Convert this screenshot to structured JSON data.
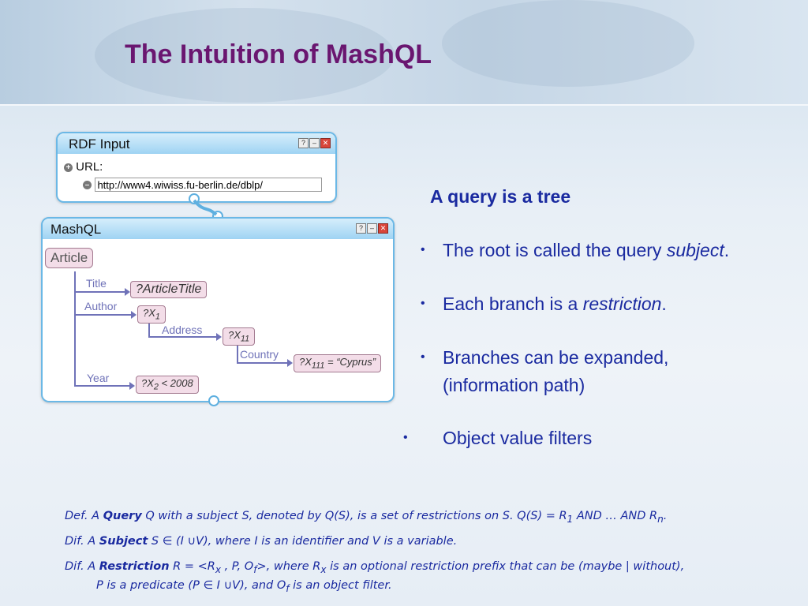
{
  "slide": {
    "title": "The Intuition of MashQL"
  },
  "rdf_panel": {
    "title": "RDF Input",
    "help": "?",
    "url_label": "URL:",
    "url_value": "http://www4.wiwiss.fu-berlin.de/dblp/"
  },
  "mashql_panel": {
    "title": "MashQL",
    "help": "?",
    "subject": "Article",
    "edges": {
      "title": "Title",
      "author": "Author",
      "address": "Address",
      "country": "Country",
      "year": "Year"
    },
    "nodes": {
      "article_title": "?ArticleTitle",
      "x1_base": "?X",
      "x1_sub": "1",
      "x11_base": "?X",
      "x11_sub": "11",
      "x111_base": "?X",
      "x111_sub": "111",
      "x111_rest": " = “Cyprus”",
      "x2_base": "?X",
      "x2_sub": "2",
      "x2_rest": "  < 2008"
    }
  },
  "bullets": {
    "heading": "A query is a tree",
    "b1_pre": "The root is called the query ",
    "b1_em": "subject",
    "b1_post": ".",
    "b2_pre": "Each branch is a ",
    "b2_em": "restriction",
    "b2_post": ".",
    "b3_line1": "Branches can be expanded,",
    "b3_line2": "(information path)",
    "b4": "Object value filters",
    "dot": "•"
  },
  "definitions": {
    "d1_pre": "Def.  A ",
    "d1_bold": "Query",
    "d1_text": " Q with a subject S, denoted by Q(S), is a set of restrictions on S. Q(S) = R",
    "d1_sub1": "1",
    "d1_mid": " AND … AND R",
    "d1_subn": "n",
    "d1_end": ".",
    "d2_pre": "Dif.  A ",
    "d2_bold": "Subject",
    "d2_text": " S  ∈ (I ∪V), where I is an identifier and V is a variable.",
    "d3_pre": "Dif. A ",
    "d3_bold": "Restriction",
    "d3_a": " R = <R",
    "d3_subx": "x",
    "d3_b": " , P, O",
    "d3_subf": "f",
    "d3_c": ">, where R",
    "d3_subx2": "x",
    "d3_d": " is an optional restriction prefix that can be (maybe | without),",
    "d3_line2_a": "P is a predicate (P  ∈ I ∪V), and O",
    "d3_subf2": "f",
    "d3_line2_b": " is an object filter."
  },
  "colors": {
    "title": "#6a1670",
    "body_text": "#1a2aa0",
    "panel_border": "#6bb8e6",
    "node_fill": "#f3dde8",
    "edge_label": "#6f72b8"
  }
}
